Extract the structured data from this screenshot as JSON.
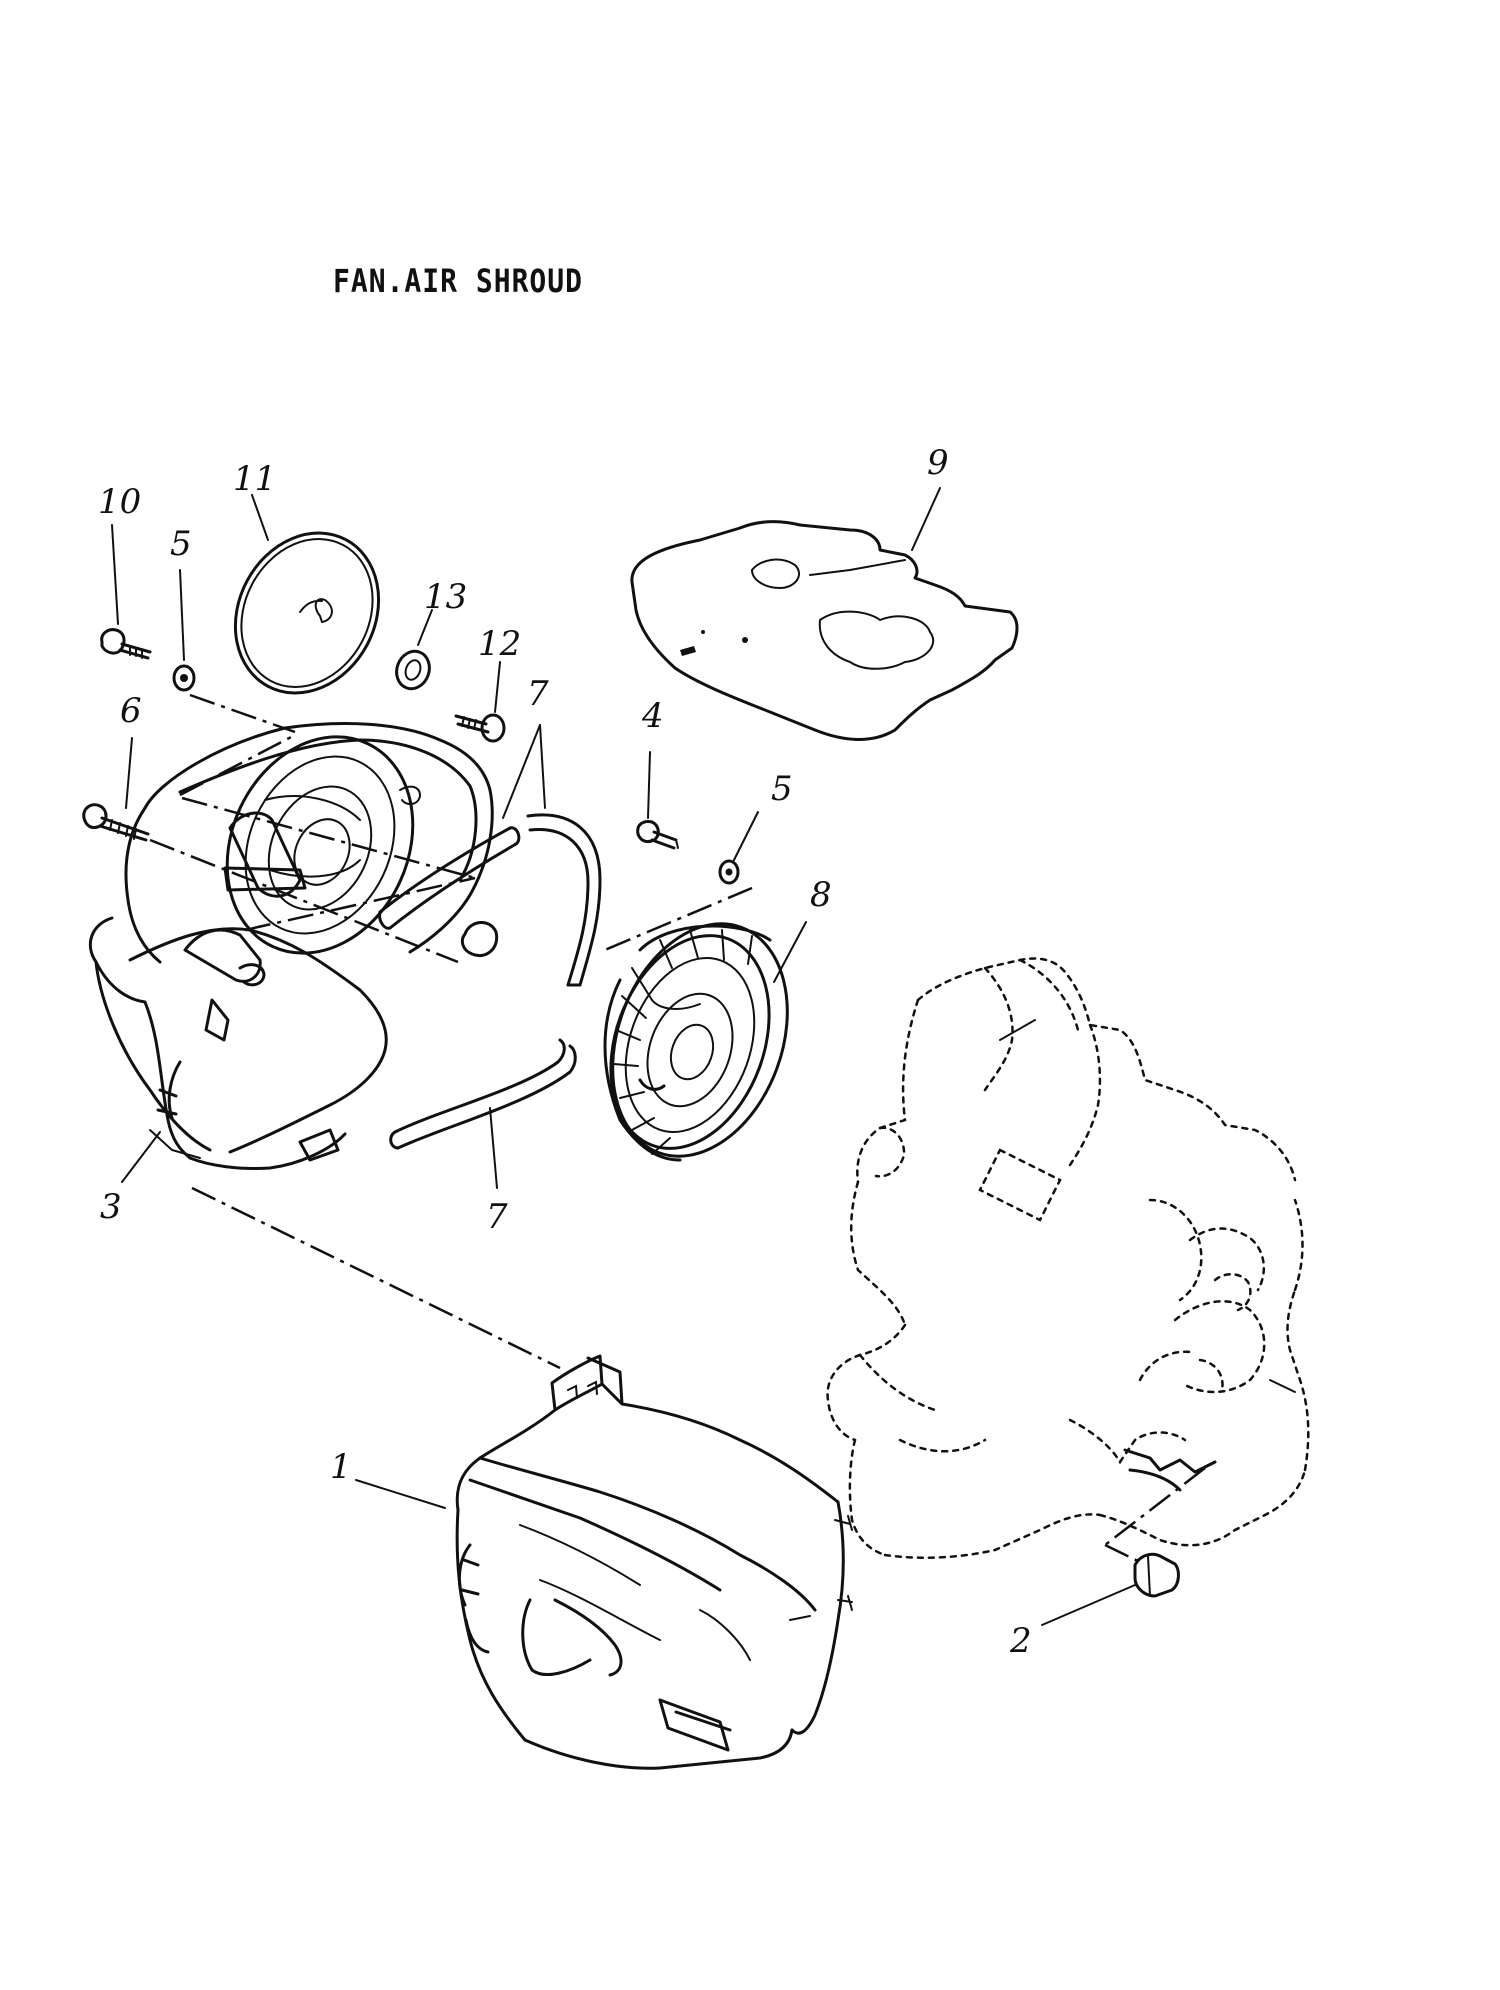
{
  "title": "FAN.AIR SHROUD",
  "parts": [
    {
      "id": "1",
      "label": "1"
    },
    {
      "id": "2",
      "label": "2"
    },
    {
      "id": "3",
      "label": "3"
    },
    {
      "id": "4",
      "label": "4"
    },
    {
      "id": "5a",
      "label": "5"
    },
    {
      "id": "5b",
      "label": "5"
    },
    {
      "id": "6",
      "label": "6"
    },
    {
      "id": "7a",
      "label": "7"
    },
    {
      "id": "7b",
      "label": "7"
    },
    {
      "id": "8",
      "label": "8"
    },
    {
      "id": "9",
      "label": "9"
    },
    {
      "id": "10",
      "label": "10"
    },
    {
      "id": "11",
      "label": "11"
    },
    {
      "id": "12",
      "label": "12"
    },
    {
      "id": "13",
      "label": "13"
    }
  ]
}
